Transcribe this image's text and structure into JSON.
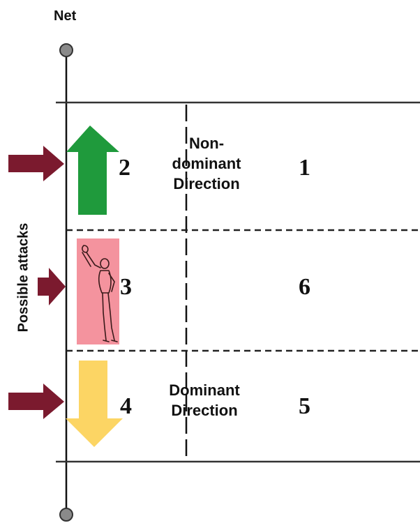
{
  "net_label": "Net",
  "side_label": "Possible attacks",
  "zones": {
    "z1": "1",
    "z2": "2",
    "z3": "3",
    "z4": "4",
    "z5": "5",
    "z6": "6"
  },
  "directions": {
    "non_dominant_line1": "Non-",
    "non_dominant_line2": "dominant",
    "non_dominant_line3": "Direction",
    "dominant_line1": "Dominant",
    "dominant_line2": "Direction"
  },
  "colors": {
    "attack_arrow": "#7b1a2e",
    "non_dominant_arrow": "#1f9a3c",
    "dominant_arrow": "#fcd564",
    "player_box": "#f4939e",
    "net_post": "#8a8a8a"
  },
  "icons": [
    "attack-arrow-icon",
    "green-up-arrow-icon",
    "yellow-down-arrow-icon",
    "player-figure-icon",
    "net-post-icon"
  ]
}
